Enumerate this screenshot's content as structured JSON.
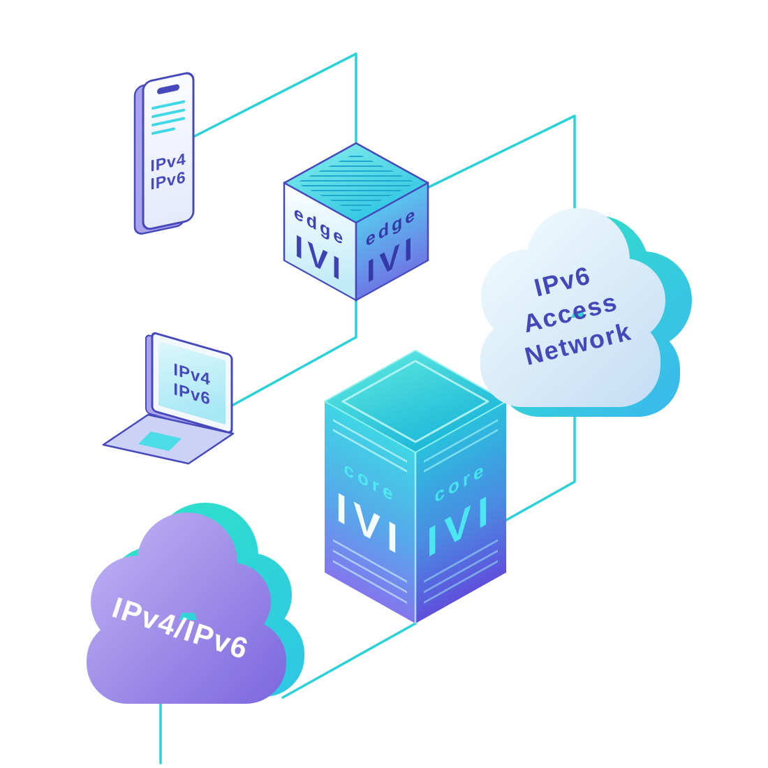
{
  "diagram": {
    "colors": {
      "connector": "#29D2D8",
      "indigo_outline": "#4549BC",
      "teal_accent": "#2EE3C8",
      "purple_cloud": "#7B67DE",
      "cyan_face": "#2AC4E2"
    },
    "phone": {
      "line1": "IPv4",
      "line2": "IPv6"
    },
    "laptop": {
      "line1": "IPv4",
      "line2": "IPv6"
    },
    "edge_router": {
      "role": "edge",
      "device": "IVI"
    },
    "core_router": {
      "role": "core",
      "device": "IVI"
    },
    "ipv6_cloud": {
      "line1": "IPv6",
      "line2": "Access",
      "line3": "Network"
    },
    "dual_stack_cloud": {
      "label": "IPv4/IPv6"
    }
  }
}
